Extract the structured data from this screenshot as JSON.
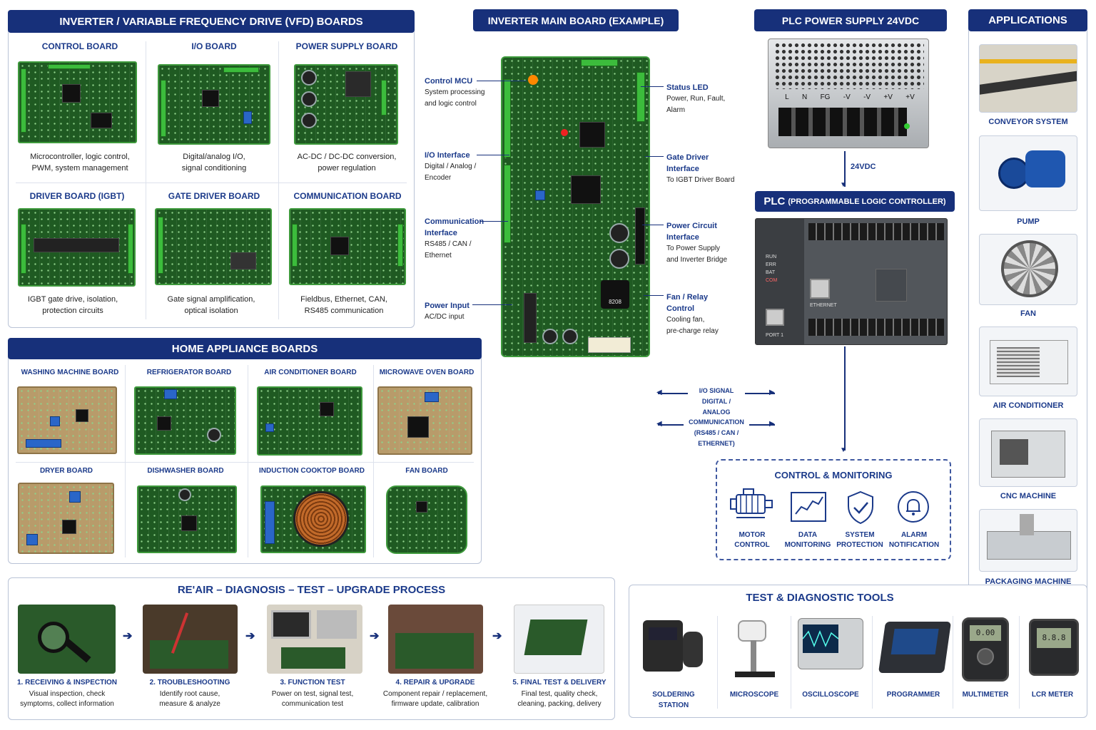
{
  "vfd": {
    "title": "INVERTER / VARIABLE FREQUENCY DRIVE (VFD) BOARDS",
    "boards": [
      {
        "name": "CONTROL BOARD",
        "desc1": "Microcontroller, logic control,",
        "desc2": "PWM, system management"
      },
      {
        "name": "I/O BOARD",
        "desc1": "Digital/analog I/O,",
        "desc2": "signal conditioning"
      },
      {
        "name": "POWER SUPPLY BOARD",
        "desc1": "AC-DC / DC-DC conversion,",
        "desc2": "power regulation"
      },
      {
        "name": "DRIVER BOARD (IGBT)",
        "desc1": "IGBT gate drive, isolation,",
        "desc2": "protection circuits"
      },
      {
        "name": "GATE DRIVER BOARD",
        "desc1": "Gate signal amplification,",
        "desc2": "optical isolation"
      },
      {
        "name": "COMMUNICATION BOARD",
        "desc1": "Fieldbus, Ethernet, CAN,",
        "desc2": "RS485 communication"
      }
    ]
  },
  "home": {
    "title": "HOME APPLIANCE BOARDS",
    "boards": [
      "WASHING MACHINE BOARD",
      "REFRIGERATOR BOARD",
      "AIR CONDITIONER BOARD",
      "MICROWAVE OVEN BOARD",
      "DRYER BOARD",
      "DISHWASHER BOARD",
      "INDUCTION COOKTOP BOARD",
      "FAN BOARD"
    ]
  },
  "process": {
    "title": "RE'AIR – DIAGNOSIS – TEST – UPGRADE PROCESS",
    "steps": [
      {
        "name": "1. RECEIVING & INSPECTION",
        "d1": "Visual inspection, check",
        "d2": "symptoms, collect information"
      },
      {
        "name": "2. TROUBLESHOOTING",
        "d1": "Identify root cause,",
        "d2": "measure & analyze"
      },
      {
        "name": "3. FUNCTION TEST",
        "d1": "Power on test, signal test,",
        "d2": "communication test"
      },
      {
        "name": "4. REPAIR & UPGRADE",
        "d1": "Component repair / replacement,",
        "d2": "firmware update, calibration"
      },
      {
        "name": "5. FINAL TEST & DELIVERY",
        "d1": "Final test, quality check,",
        "d2": "cleaning, packing, delivery"
      }
    ]
  },
  "mainboard": {
    "title": "INVERTER MAIN BOARD (EXAMPLE)",
    "left": [
      {
        "t1": "Control MCU",
        "t2": "",
        "d1": "System processing",
        "d2": "and logic control"
      },
      {
        "t1": "I/O Interface",
        "t2": "",
        "d1": "Digital / Analog /",
        "d2": "Encoder"
      },
      {
        "t1": "Communication",
        "t2": "Interface",
        "d1": "RS485 / CAN /",
        "d2": "Ethernet"
      },
      {
        "t1": "Power Input",
        "t2": "",
        "d1": "AC/DC input",
        "d2": ""
      }
    ],
    "right": [
      {
        "t1": "Status LED",
        "t2": "",
        "d1": "Power, Run, Fault,",
        "d2": "Alarm"
      },
      {
        "t1": "Gate Driver",
        "t2": "Interface",
        "d1": "To IGBT Driver Board",
        "d2": ""
      },
      {
        "t1": "Power Circuit",
        "t2": "Interface",
        "d1": "To Power Supply",
        "d2": "and Inverter Bridge"
      },
      {
        "t1": "Fan / Relay",
        "t2": "Control",
        "d1": "Cooling fan,",
        "d2": "pre-charge relay"
      }
    ],
    "chip_text": "8208"
  },
  "plc": {
    "ps_title": "PLC POWER SUPPLY 24VDC",
    "ps_terminals": [
      "L",
      "N",
      "FG",
      "-V",
      "-V",
      "+V",
      "+V"
    ],
    "link_label": "24VDC",
    "plc_title_big": "PLC",
    "plc_title_small": "(PROGRAMMABLE LOGIC CONTROLLER)",
    "leds": [
      "RUN",
      "ERR",
      "BAT",
      "COM"
    ],
    "ethernet": "ETHERNET",
    "port": "PORT 1",
    "io_label1": "I/O SIGNAL",
    "io_label2": "DIGITAL / ANALOG",
    "comm_label1": "COMMUNICATION",
    "comm_label2": "(RS485 / CAN /",
    "comm_label3": "ETHERNET)"
  },
  "control": {
    "title": "CONTROL & MONITORING",
    "items": [
      {
        "l1": "MOTOR",
        "l2": "CONTROL"
      },
      {
        "l1": "DATA",
        "l2": "MONITORING"
      },
      {
        "l1": "SYSTEM",
        "l2": "PROTECTION"
      },
      {
        "l1": "ALARM",
        "l2": "NOTIFICATION"
      }
    ]
  },
  "apps": {
    "title": "APPLICATIONS",
    "items": [
      "CONVEYOR SYSTEM",
      "PUMP",
      "FAN",
      "AIR CONDITIONER",
      "CNC MACHINE",
      "PACKAGING MACHINE"
    ]
  },
  "tools": {
    "title": "TEST & DIAGNOSTIC TOOLS",
    "items": [
      {
        "l1": "SOLDERING",
        "l2": "STATION"
      },
      {
        "l1": "MICROSCOPE",
        "l2": ""
      },
      {
        "l1": "OSCILLOSCOPE",
        "l2": ""
      },
      {
        "l1": "PROGRAMMER",
        "l2": ""
      },
      {
        "l1": "MULTIMETER",
        "l2": ""
      },
      {
        "l1": "LCR METER",
        "l2": ""
      }
    ],
    "meter_readings": [
      "0.00",
      "8.8.8"
    ]
  },
  "colors": {
    "navy": "#17307a",
    "accent": "#1b3a8a",
    "pcb_green": "#1f5a22"
  }
}
